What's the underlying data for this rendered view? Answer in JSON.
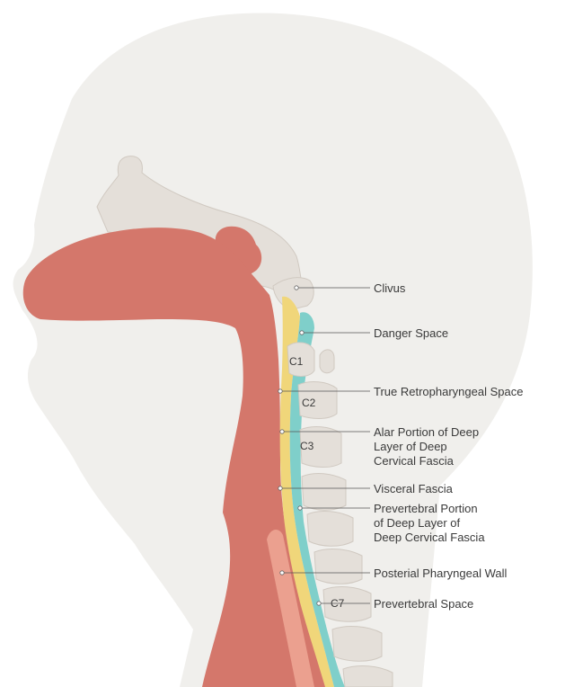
{
  "colors": {
    "head_silhouette": "#f0efec",
    "bone": "#e4dfd9",
    "bone_outline": "#d0c9c1",
    "soft_tissue": "#d4776b",
    "pharyngeal_highlight": "#eba08f",
    "danger_space_yellow": "#f0d67a",
    "prevertebral_teal": "#7fcfca",
    "label_text": "#3a3a3a"
  },
  "vertebrae": {
    "c1": "C1",
    "c2": "C2",
    "c3": "C3",
    "c7": "C7"
  },
  "labels": {
    "clivus": "Clivus",
    "danger_space": "Danger Space",
    "true_retropharyngeal_space": "True Retropharyngeal Space",
    "alar_portion": [
      "Alar Portion of Deep",
      "Layer of Deep",
      "Cervical Fascia"
    ],
    "visceral_fascia": "Visceral Fascia",
    "prevertebral_portion": [
      "Prevertebral Portion",
      "of Deep Layer of",
      "Deep Cervical Fascia"
    ],
    "posterior_pharyngeal_wall": "Posterial Pharyngeal Wall",
    "prevertebral_space": "Prevertebral Space"
  }
}
